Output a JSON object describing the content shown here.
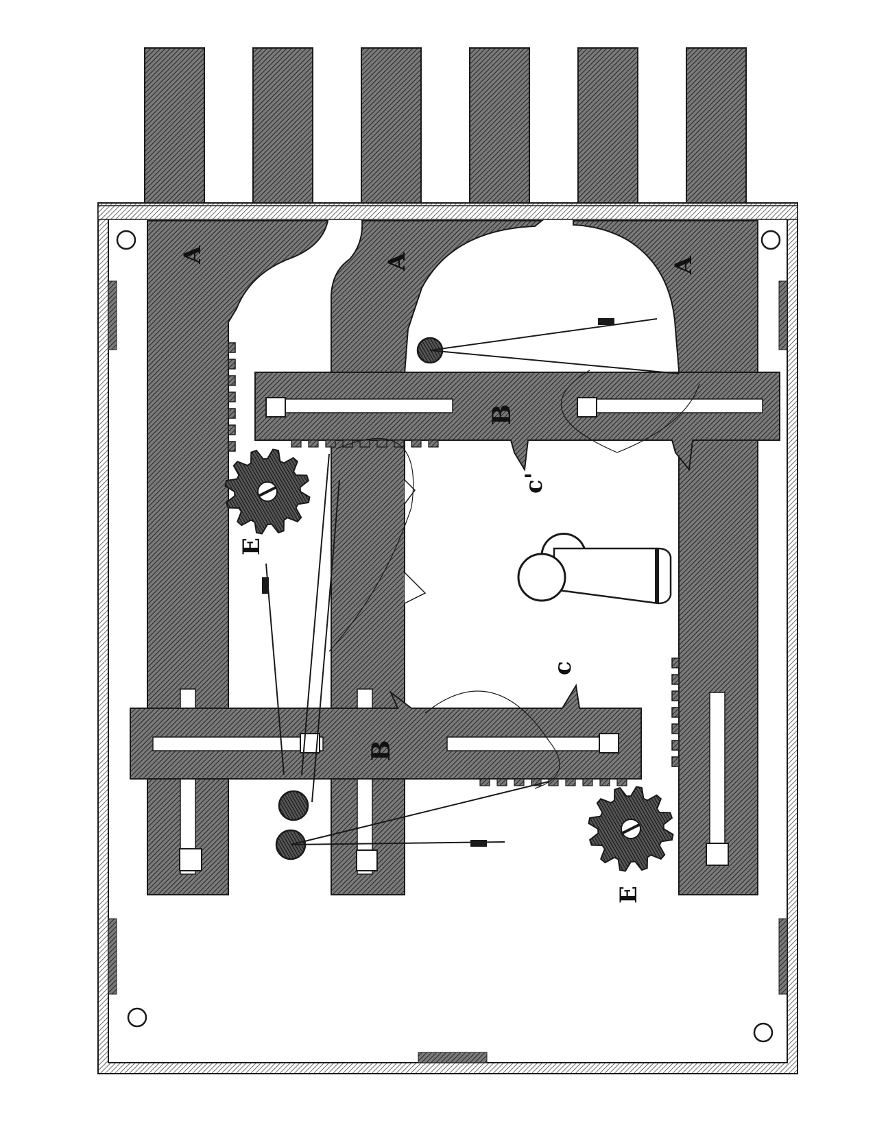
{
  "figure": {
    "labels": {
      "bolt": "A",
      "bar": "B",
      "catch": "c",
      "catch_primed": "c'",
      "pinion": "E"
    }
  },
  "colors": {
    "ink": "#1a1a1a",
    "hatch_fill": "#6b6b6b",
    "hatch_dark": "#3a3a3a",
    "paper": "#ffffff"
  },
  "parts": {
    "bolt_bars": 6,
    "bolt_pieces": 3,
    "sliding_bars": 2,
    "pinions": 2,
    "springs": 4,
    "corner_holes": 4
  }
}
